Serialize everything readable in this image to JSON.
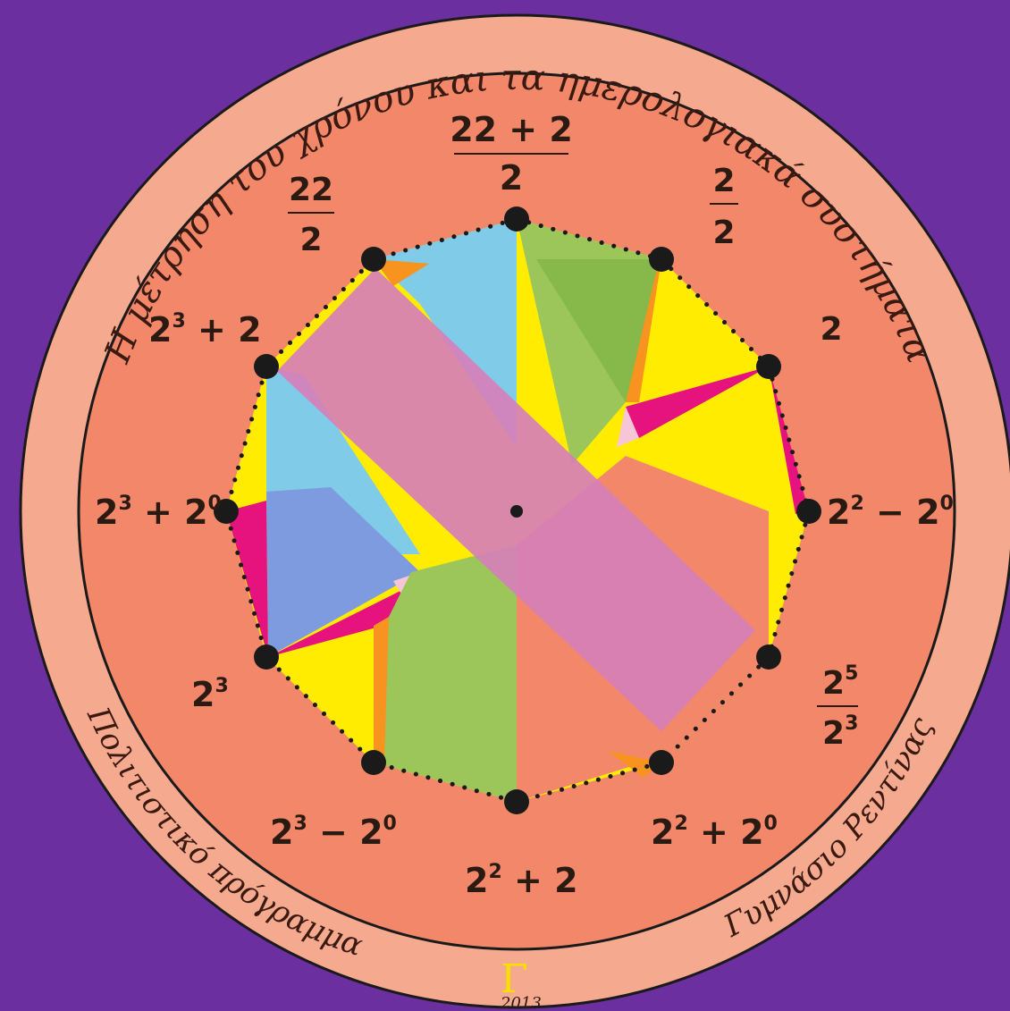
{
  "ring": {
    "top_text": "Η μέτρηση του χρόνου και τα ημερολογιακά συστήματα",
    "left_bottom_text": "Πολιτιστικό πρόγραμμα",
    "right_bottom_text": "Γυμνάσιο Ρεντίνας",
    "logo_text": "Γ",
    "year_text": "2013"
  },
  "hours": {
    "h12_num": "22 + 2",
    "h12_den": "2",
    "h1_num": "2",
    "h1_den": "2",
    "h2": "2",
    "h3_base": "2",
    "h3_exp": "2",
    "h3_rest": " − 2",
    "h3_exp2": "0",
    "h4_num_base": "2",
    "h4_num_exp": "5",
    "h4_den_base": "2",
    "h4_den_exp": "3",
    "h5_base": "2",
    "h5_exp": "2",
    "h5_rest": " + 2",
    "h5_exp2": "0",
    "h6_base": "2",
    "h6_exp": "2",
    "h6_rest": " + 2",
    "h7_base": "2",
    "h7_exp": "3",
    "h7_rest": " − 2",
    "h7_exp2": "0",
    "h8_base": "2",
    "h8_exp": "3",
    "h9_base": "2",
    "h9_exp": "3",
    "h9_rest": " + 2",
    "h9_exp2": "0",
    "h10_base": "2",
    "h10_exp": "3",
    "h10_rest": " + 2",
    "h11_num": "22",
    "h11_den": "2"
  },
  "colors": {
    "background": "#6b2fa0",
    "outer_ring": "#f5a98f",
    "face": "#f2876a",
    "yellow": "#ffec00",
    "pink_band": "#d67fb8",
    "magenta": "#e6137f",
    "light_blue": "#7fcbe8",
    "green": "#9cc65a",
    "orange": "#f7931e",
    "periwinkle": "#7f9be0",
    "dot": "#1a1a1a"
  }
}
